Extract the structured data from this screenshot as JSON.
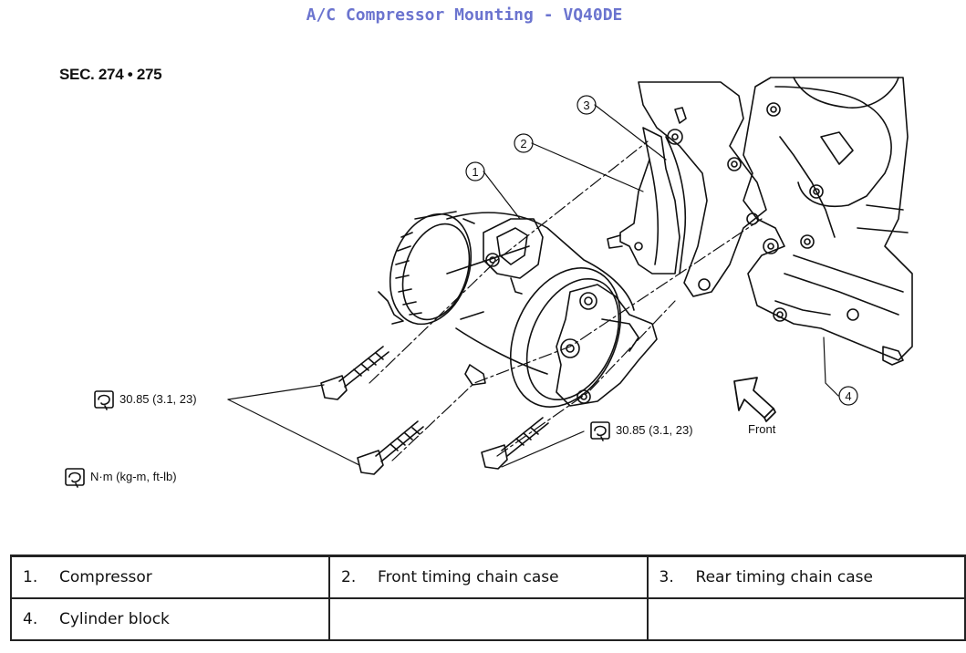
{
  "title": "A/C Compressor Mounting - VQ40DE",
  "section": "SEC. 274 • 275",
  "callouts": [
    "1",
    "2",
    "3",
    "4"
  ],
  "torque_upper": "30.85 (3.1, 23)",
  "torque_lower": "30.85 (3.1, 23)",
  "torque_units": "N·m (kg-m, ft-lb)",
  "front_label": "Front",
  "icons": {
    "torque": "torque-wrench-icon",
    "front": "front-arrow-icon"
  },
  "legend": [
    {
      "num": "1.",
      "text": "Compressor"
    },
    {
      "num": "2.",
      "text": "Front timing chain case"
    },
    {
      "num": "3.",
      "text": "Rear timing chain case"
    },
    {
      "num": "4.",
      "text": "Cylinder block"
    },
    {
      "num": "",
      "text": ""
    },
    {
      "num": "",
      "text": ""
    }
  ]
}
